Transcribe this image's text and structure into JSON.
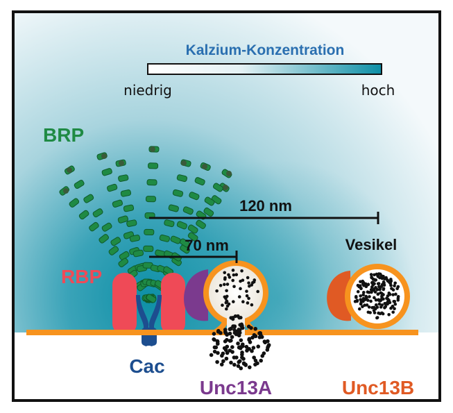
{
  "legend": {
    "title": "Kalzium-Konzentration",
    "low_label": "niedrig",
    "high_label": "hoch",
    "gradient_colors": [
      "#ffffff",
      "#0d8fa6"
    ]
  },
  "labels": {
    "brp": "BRP",
    "rbp": "RBP",
    "cac": "Cac",
    "unc13a": "Unc13A",
    "unc13b": "Unc13B",
    "vesicle": "Vesikel",
    "distance_long": "120 nm",
    "distance_short": "70 nm"
  },
  "colors": {
    "brp": "#1f8a44",
    "rbp": "#ef4a57",
    "cac": "#1d4e8f",
    "unc13a": "#7b3a8e",
    "unc13b": "#e05a24",
    "membrane": "#f7931e",
    "title_blue": "#2a6fb0",
    "calcium": "#0d8fa6"
  }
}
